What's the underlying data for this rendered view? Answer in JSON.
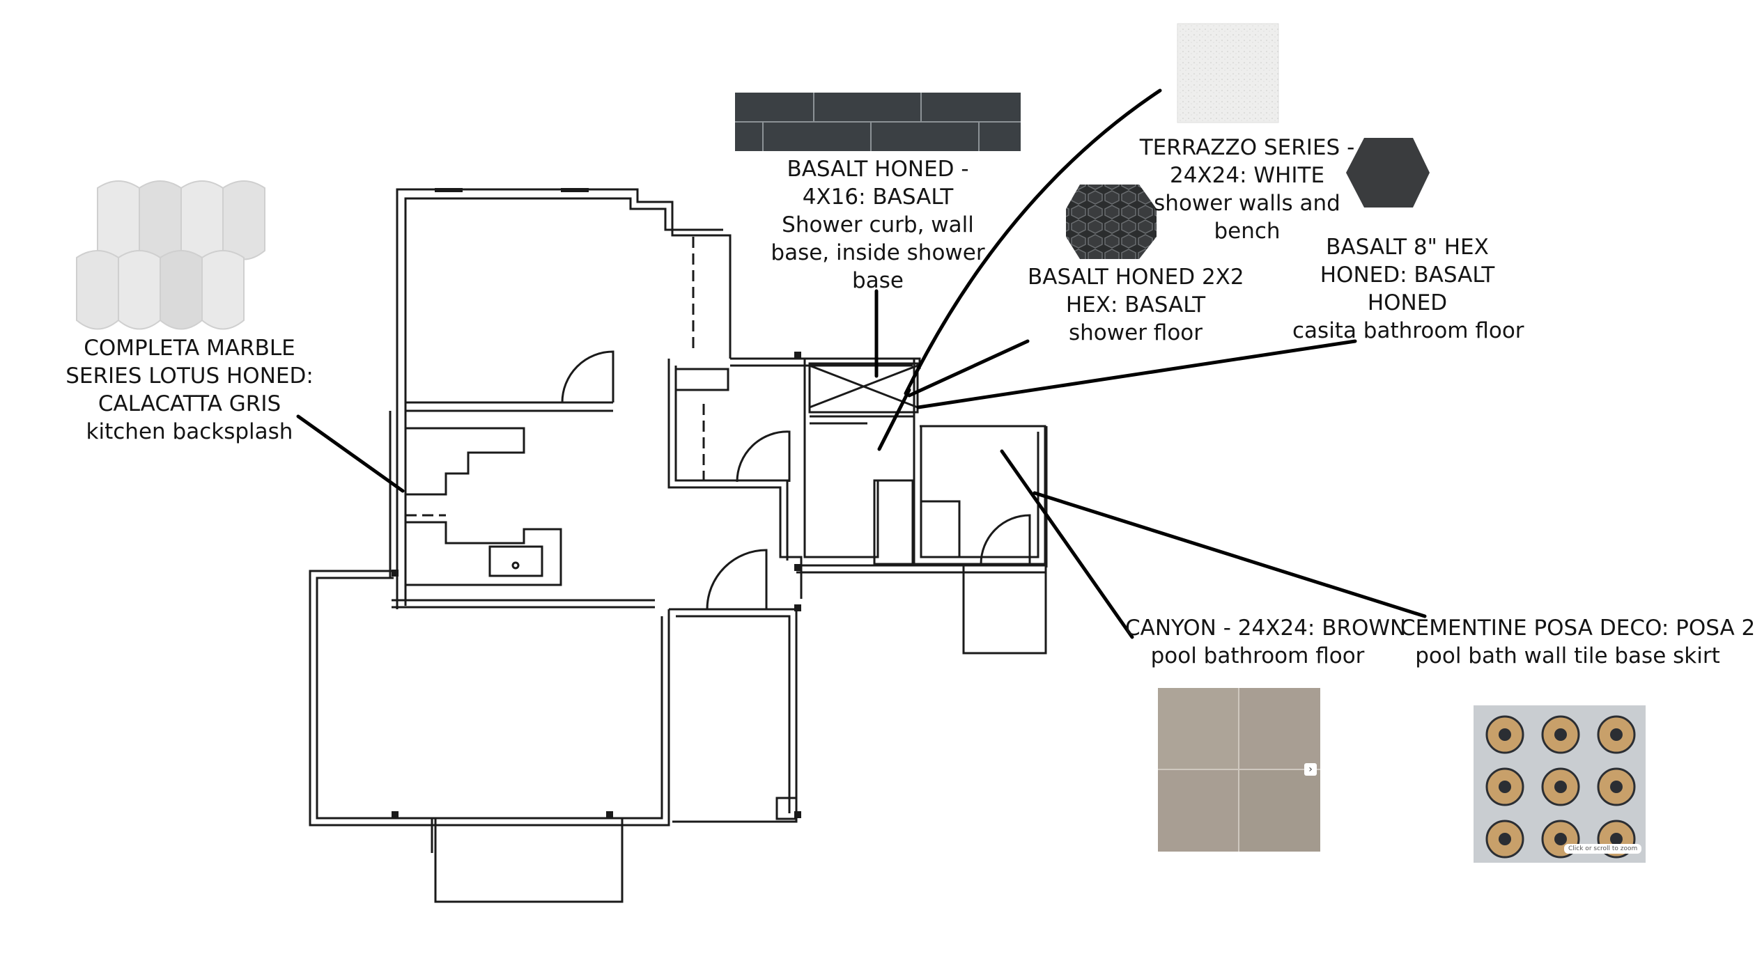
{
  "labels": {
    "completa": [
      "COMPLETA MARBLE",
      "SERIES LOTUS HONED:",
      "CALACATTA GRIS",
      "kitchen backsplash"
    ],
    "basalt_4x16": [
      "BASALT HONED -",
      "4X16: BASALT",
      "Shower curb, wall",
      "base, inside shower",
      "base"
    ],
    "terrazzo": [
      "TERRAZZO SERIES -",
      "24X24: WHITE",
      "shower walls and",
      "bench"
    ],
    "basalt_2x2": [
      "BASALT HONED 2X2",
      "HEX: BASALT",
      "shower floor"
    ],
    "basalt_8hex": [
      "BASALT 8\" HEX",
      "HONED: BASALT",
      "HONED",
      "casita bathroom floor"
    ],
    "canyon": [
      "CANYON - 24X24: BROWN",
      "pool bathroom floor"
    ],
    "cementine": [
      "CEMENTINE POSA DECO: POSA 2",
      "pool bath wall tile base skirt"
    ]
  },
  "swatches": {
    "completa": {
      "name": "lotus-marble-tile",
      "color": "#e4e4e4"
    },
    "basalt_4x16": {
      "name": "basalt-4x16-tile",
      "color": "#3b4044"
    },
    "terrazzo": {
      "name": "terrazzo-white-tile",
      "color": "#ebebea"
    },
    "basalt_2x2": {
      "name": "basalt-2x2-hex-tile",
      "color": "#2d2f30"
    },
    "basalt_8hex": {
      "name": "basalt-8-hex-tile",
      "color": "#3a3c3e"
    },
    "canyon": {
      "name": "canyon-brown-tile",
      "color": "#a79d91"
    },
    "cementine": {
      "name": "cementine-posa-tile",
      "color": "#8a8f94"
    }
  },
  "ui": {
    "zoom_hint": "Click or scroll to zoom",
    "next_glyph": "›"
  }
}
